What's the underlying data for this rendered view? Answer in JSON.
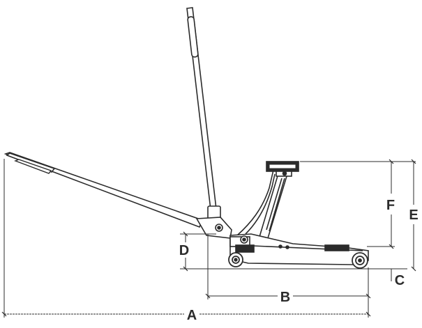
{
  "diagram": {
    "labels": {
      "A": "A",
      "B": "B",
      "C": "C",
      "D": "D",
      "E": "E",
      "F": "F"
    },
    "colors": {
      "ink": "#2b2b2b",
      "background": "#ffffff"
    }
  }
}
